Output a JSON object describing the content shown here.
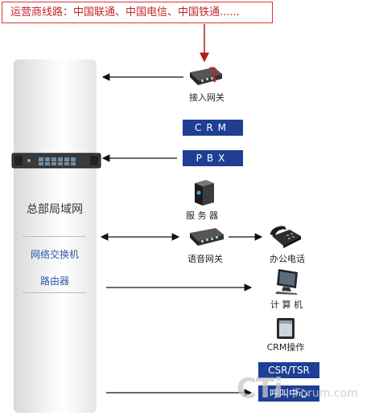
{
  "carrier_text": "运营商线路：中国联通、中国电信、中国铁通......",
  "hq": {
    "title": "总部局域网",
    "switch": "网络交换机",
    "router": "路由器"
  },
  "devices": {
    "access_gateway": "接入网关",
    "crm_box": "CRM",
    "pbx_box": "PBX",
    "server": "服 务 器",
    "voice_gateway": "语音网关",
    "office_phone": "办公电话",
    "computer": "计 算 机",
    "crm_operation": "CRM操作",
    "csr_box": "CSR/TSR",
    "call_center": "呼叫中心"
  },
  "watermark": {
    "logo": "CTi",
    "site": "Forum.com"
  },
  "colors": {
    "accent_red": "#c0262a",
    "box_blue": "#1f3f95",
    "link_blue": "#2b5aa8"
  }
}
